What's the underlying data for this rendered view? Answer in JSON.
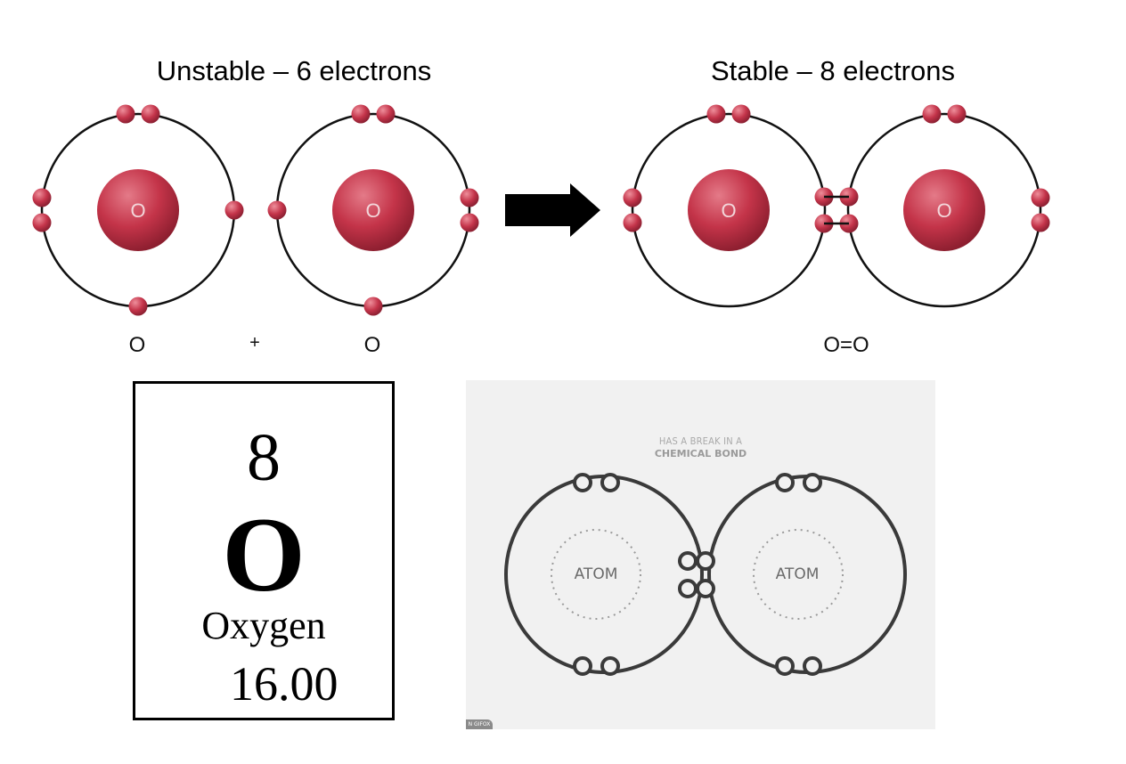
{
  "titles": {
    "left": "Unstable – 6 electrons",
    "right": "Stable – 8 electrons"
  },
  "equation": {
    "atom_left": "O",
    "plus": "+",
    "atom_right": "O",
    "molecule": "O=O"
  },
  "atom_symbol": "O",
  "periodic_tile": {
    "atomic_number": "8",
    "symbol": "O",
    "name": "Oxygen",
    "atomic_mass": "16.00"
  },
  "gif_panel": {
    "caption_line1": "HAS A BREAK IN A",
    "caption_line2": "CHEMICAL BOND",
    "atom_label_left": "ATOM",
    "atom_label_right": "ATOM",
    "badge": "N GIFOX"
  },
  "colors": {
    "electron": "#c4344a",
    "nucleus": "#c43449",
    "gif_background": "#f1f1f1",
    "gif_stroke": "#3a3a3a"
  }
}
